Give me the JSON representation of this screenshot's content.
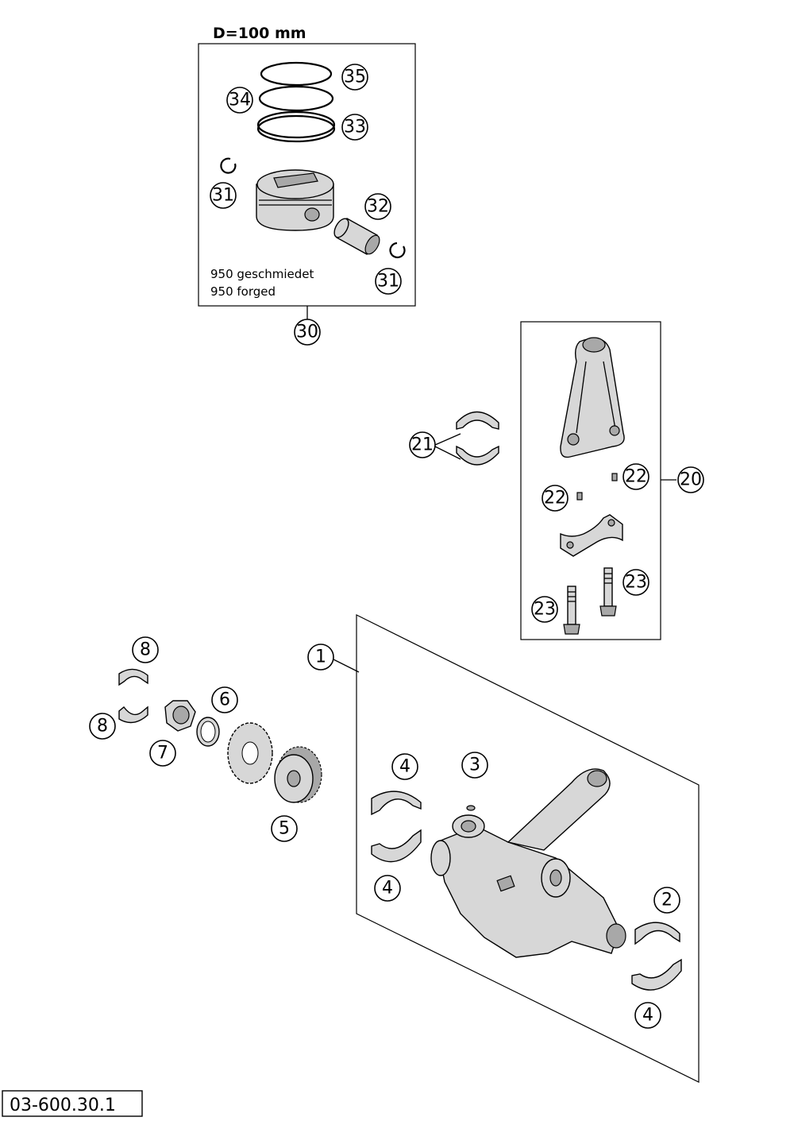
{
  "piston_group": {
    "heading": "D=100 mm",
    "note_line1": "950 geschmiedet",
    "note_line2": "950 forged"
  },
  "callouts": {
    "c35": "35",
    "c34": "34",
    "c33": "33",
    "c31a": "31",
    "c32": "32",
    "c31b": "31",
    "c30": "30",
    "c21": "21",
    "c22a": "22",
    "c22b": "22",
    "c20": "20",
    "c23a": "23",
    "c23b": "23",
    "c1": "1",
    "c8a": "8",
    "c8b": "8",
    "c6": "6",
    "c7": "7",
    "c5": "5",
    "c4a": "4",
    "c3": "3",
    "c4b": "4",
    "c2": "2",
    "c4c": "4"
  },
  "diagram_code": "03-600.30.1"
}
